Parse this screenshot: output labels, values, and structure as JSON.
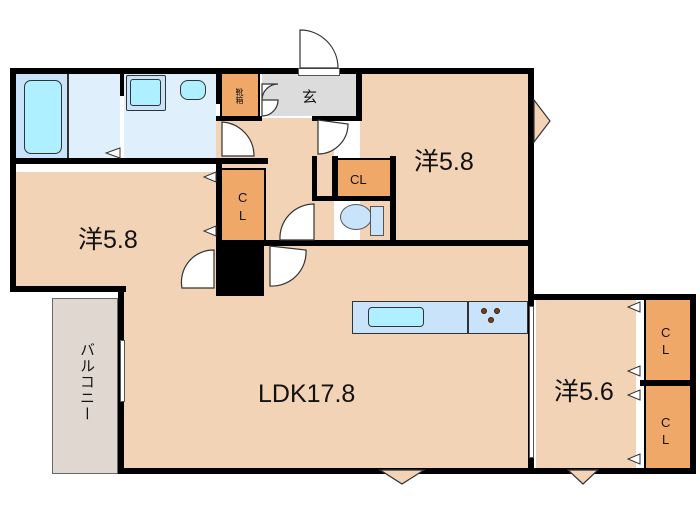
{
  "floorplan": {
    "rooms": [
      {
        "id": "western-room-top-right",
        "type": "洋",
        "size": "5.8",
        "label": "洋5.8"
      },
      {
        "id": "western-room-left",
        "type": "洋",
        "size": "5.8",
        "label": "洋5.8"
      },
      {
        "id": "ldk",
        "type": "LDK",
        "size": "17.8",
        "label": "LDK17.8"
      },
      {
        "id": "western-room-bottom-right",
        "type": "洋",
        "size": "5.6",
        "label": "洋5.6"
      }
    ],
    "labels": {
      "entrance": "玄",
      "shoe_box": "靴箱",
      "closet_cl": "CL",
      "closet_c": "C",
      "closet_l": "L",
      "balcony": "バルコニー"
    },
    "colors": {
      "room": "#f2d3b5",
      "closet": "#f0a868",
      "wet_area": "#dff0fc",
      "fixture": "#c8e3fa",
      "entrance": "#dcdcdc",
      "balcony": "#e0d8d0",
      "wall": "#000000"
    }
  }
}
